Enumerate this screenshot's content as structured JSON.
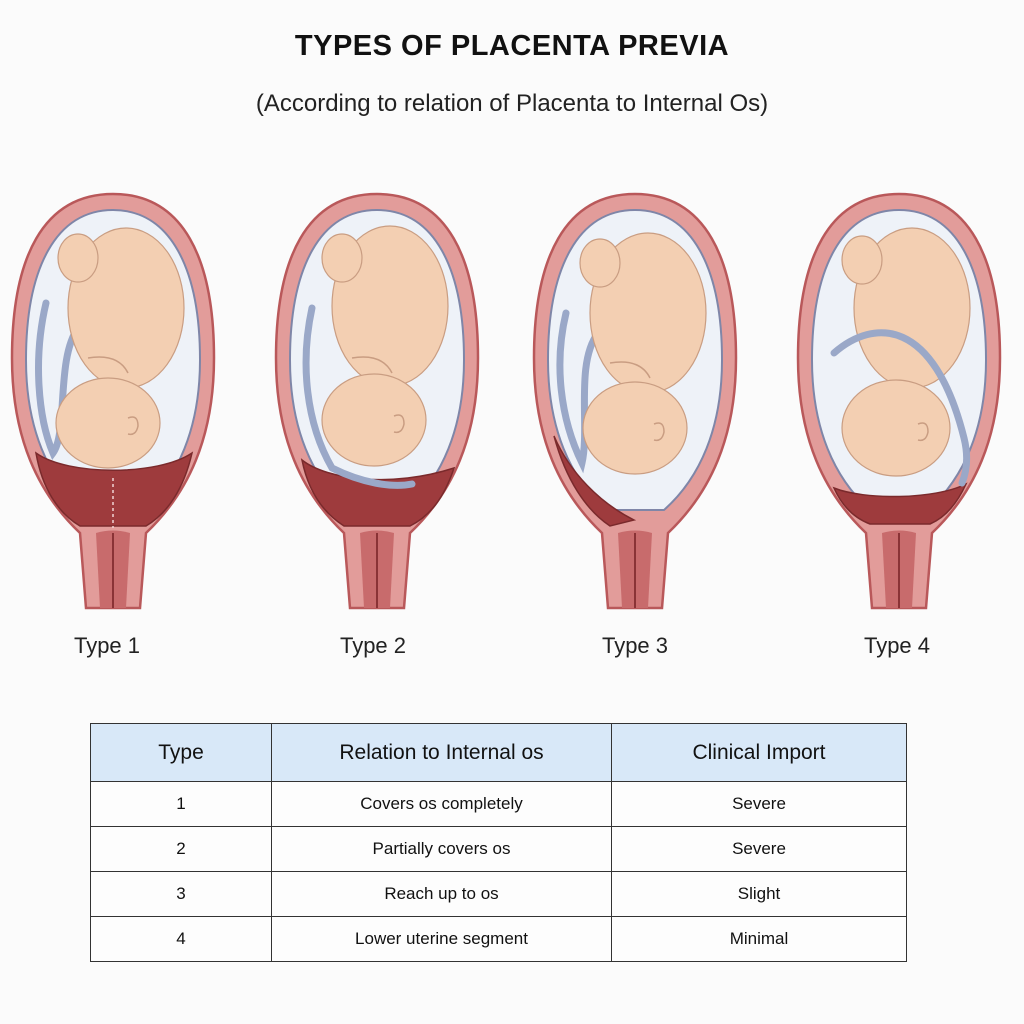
{
  "header": {
    "title": "TYPES OF PLACENTA PREVIA",
    "subtitle": "(According to relation of Placenta to Internal Os)"
  },
  "figures": [
    {
      "label": "Type 1"
    },
    {
      "label": "Type 2"
    },
    {
      "label": "Type 3"
    },
    {
      "label": "Type 4"
    }
  ],
  "colors": {
    "uterine_wall": "#e29c9a",
    "wall_outline": "#b9585a",
    "placenta": "#9e3b3d",
    "amniotic_sac": "#eef2f8",
    "fetus_skin": "#f3cfb2",
    "cord": "#9aa8c8",
    "table_header": "#d8e8f8"
  },
  "table": {
    "headers": [
      "Type",
      "Relation to Internal os",
      "Clinical Import"
    ],
    "rows": [
      [
        "1",
        "Covers os completely",
        "Severe"
      ],
      [
        "2",
        "Partially covers os",
        "Severe"
      ],
      [
        "3",
        "Reach up to os",
        "Slight"
      ],
      [
        "4",
        "Lower uterine segment",
        "Minimal"
      ]
    ]
  }
}
